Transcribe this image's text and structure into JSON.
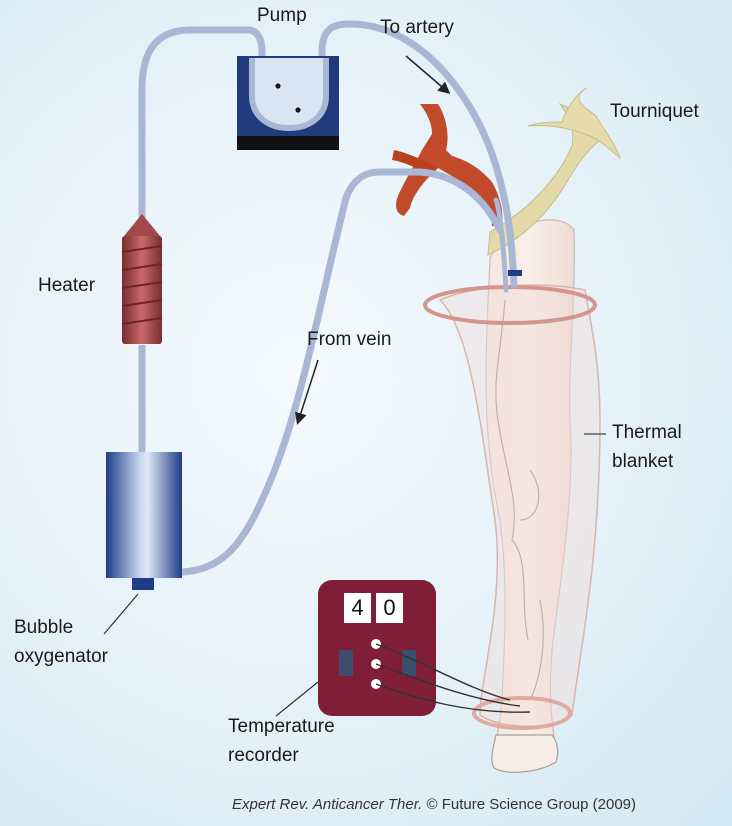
{
  "labels": {
    "pump": "Pump",
    "to_artery": "To artery",
    "tourniquet": "Tourniquet",
    "heater": "Heater",
    "from_vein": "From vein",
    "thermal_blanket_line1": "Thermal",
    "thermal_blanket_line2": "blanket",
    "bubble_oxygenator_line1": "Bubble",
    "bubble_oxygenator_line2": "oxygenator",
    "temperature_recorder_line1": "Temperature",
    "temperature_recorder_line2": "recorder"
  },
  "recorder_display": {
    "digit1": "4",
    "digit2": "0"
  },
  "caption": {
    "journal": "Expert Rev. Anticancer Ther.",
    "rest": "© Future Science Group (2009)"
  },
  "colors": {
    "tube": "#a9b6d4",
    "pump": "#203c7c",
    "heater": "#a14848",
    "artery": "#c04a2a",
    "tourniquet": "#e4d9a8",
    "blanket": "#f2dcd6",
    "recorder": "#7f1e36"
  }
}
